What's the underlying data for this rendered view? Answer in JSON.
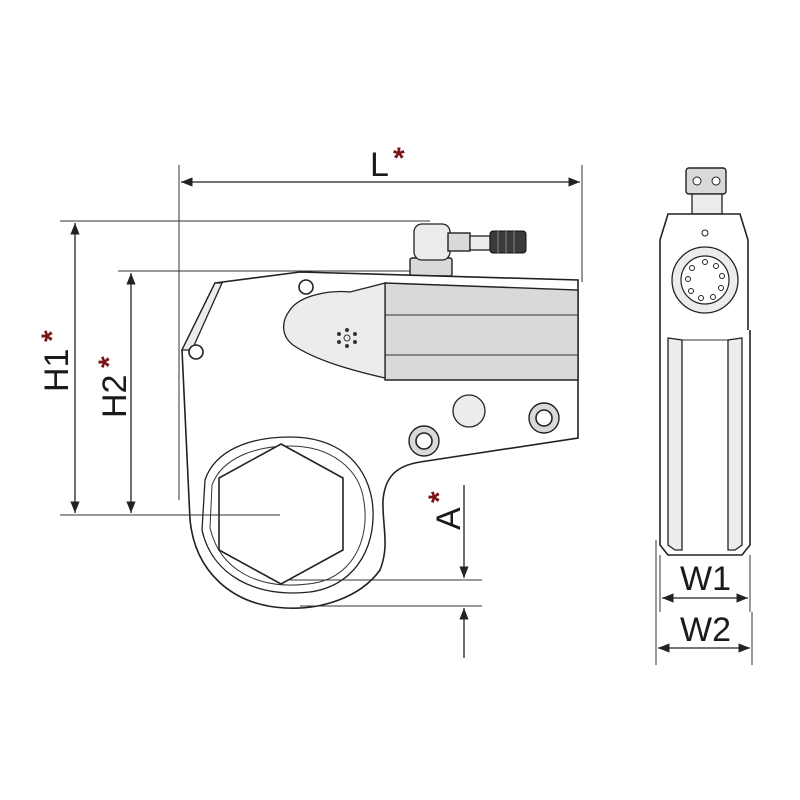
{
  "dimensions": {
    "L": {
      "label": "L",
      "mark": "*"
    },
    "H1": {
      "label": "H1",
      "mark": "*"
    },
    "H2": {
      "label": "H2",
      "mark": "*"
    },
    "A": {
      "label": "A",
      "mark": "*"
    },
    "W1": {
      "label": "W1"
    },
    "W2": {
      "label": "W2"
    }
  },
  "colors": {
    "line": "#222222",
    "mark": "#7a1416",
    "shade": "#d9d9d9"
  }
}
